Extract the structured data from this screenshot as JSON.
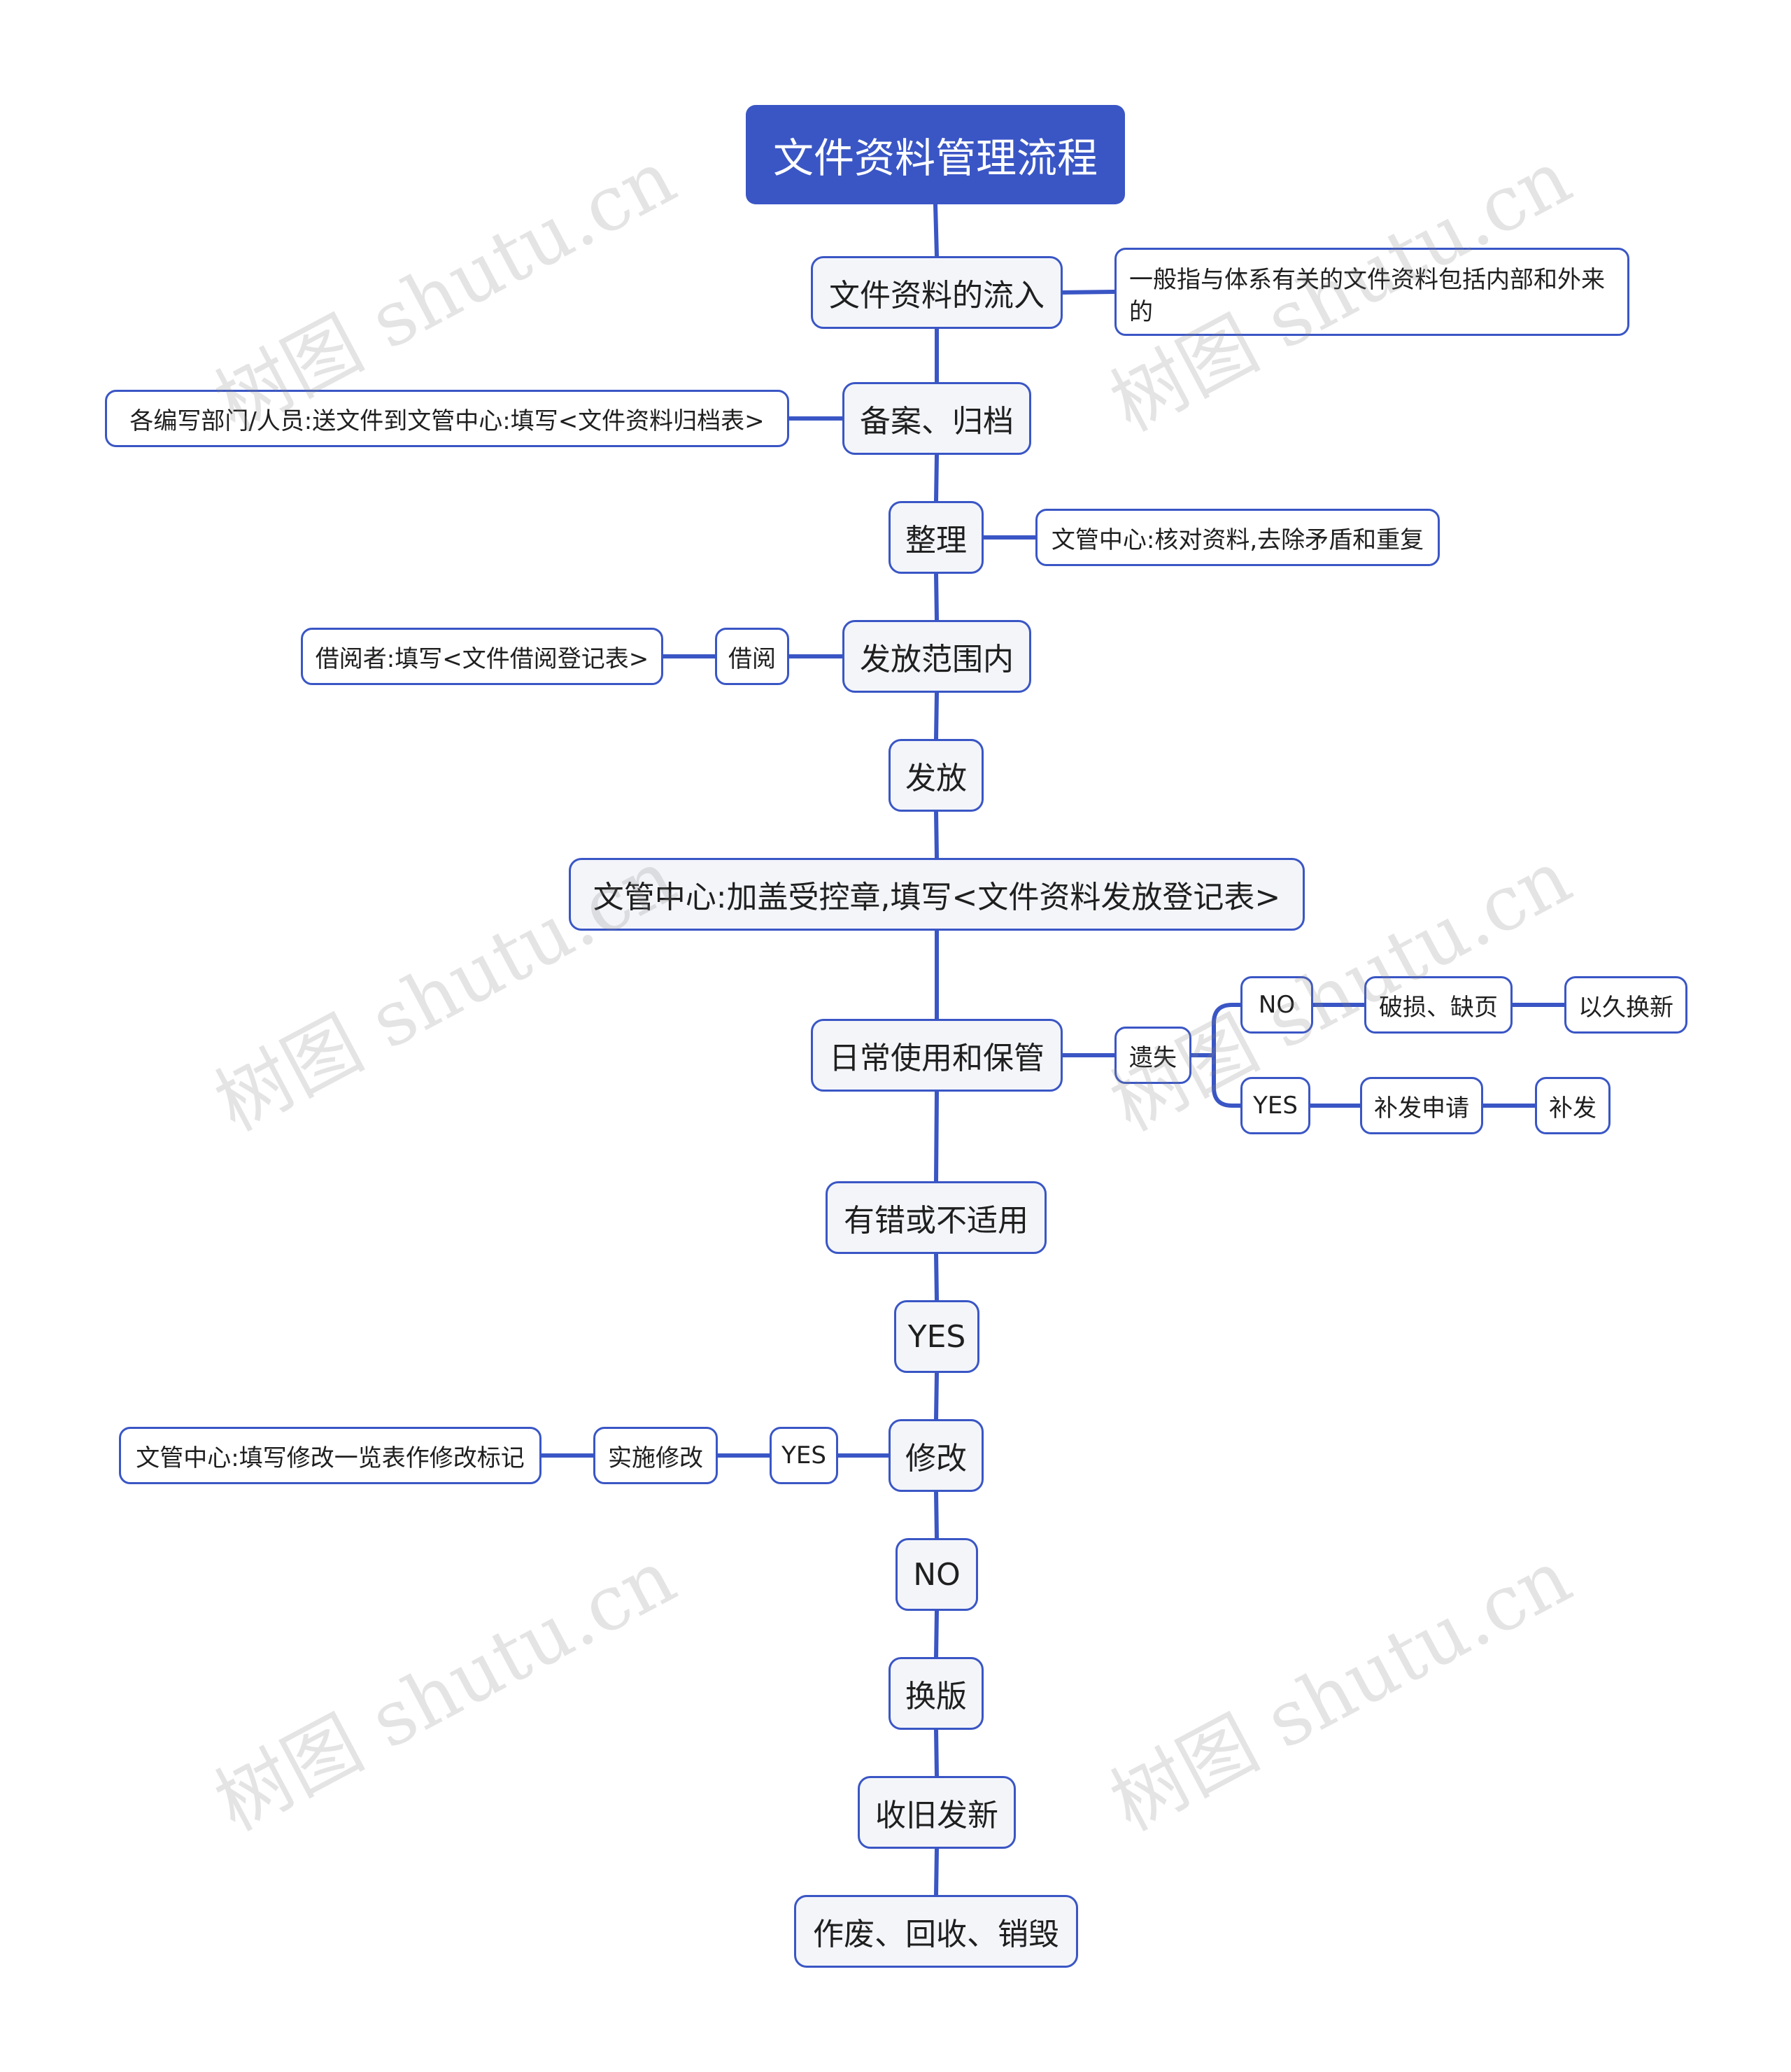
{
  "colors": {
    "line": "#3a56c5",
    "root_bg": "#3a56c5",
    "node_bg": "#f3f5f9",
    "node_border": "#3a56c5"
  },
  "watermark": "树图 shutu.cn",
  "root": "文件资料管理流程",
  "main": {
    "inflow": "文件资料的流入",
    "filing": "备案、归档",
    "organize": "整理",
    "scope": "发放范围内",
    "issue": "发放",
    "stamp": "文管中心:加盖受控章,填写<文件资料发放登记表>",
    "daily": "日常使用和保管",
    "error": "有错或不适用",
    "yes": "YES",
    "modify": "修改",
    "no": "NO",
    "replace": "换版",
    "recall": "收旧发新",
    "destroy": "作废、回收、销毁"
  },
  "sub": {
    "inflow_note": "一般指与体系有关的文件资料包括内部和外来的",
    "filing_note": "各编写部门/人员:送文件到文管中心:填写<文件资料归档表>",
    "organize_note": "文管中心:核对资料,去除矛盾和重复",
    "borrow": "借阅",
    "borrow_note": "借阅者:填写<文件借阅登记表>",
    "lost": "遗失",
    "lost_no": "NO",
    "damaged": "破损、缺页",
    "swap_old": "以久换新",
    "lost_yes": "YES",
    "reissue_apply": "补发申请",
    "reissue": "补发",
    "modify_yes": "YES",
    "implement": "实施修改",
    "modify_note": "文管中心:填写修改一览表作修改标记"
  }
}
